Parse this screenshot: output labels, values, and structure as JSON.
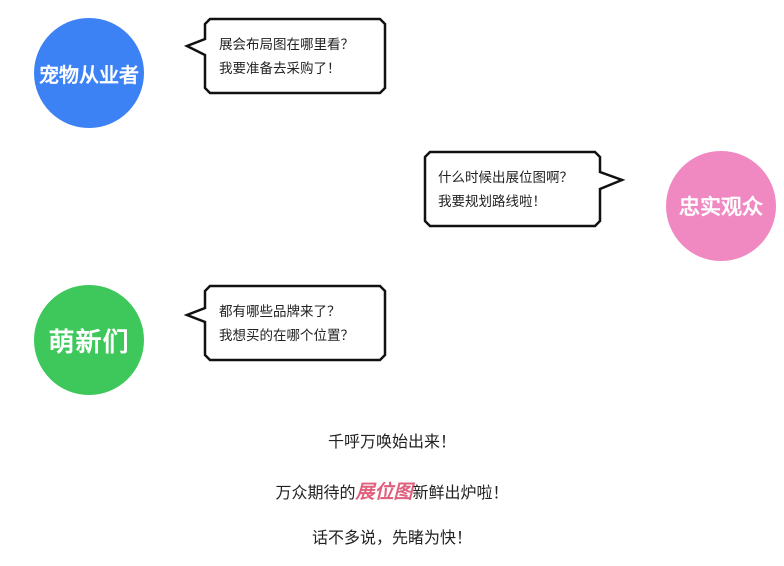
{
  "colors": {
    "blue": "#3d82f5",
    "pink": "#f088c1",
    "green": "#3ec75b",
    "highlight": "#e0607e"
  },
  "avatars": [
    {
      "label": "宠物从业者"
    },
    {
      "label": "忠实观众"
    },
    {
      "label": "萌新们"
    }
  ],
  "bubbles": [
    {
      "line1": "展会布局图在哪里看？",
      "line2": "我要准备去采购了！"
    },
    {
      "line1": "什么时候出展位图啊？",
      "line2": "我要规划路线啦！"
    },
    {
      "line1": "都有哪些品牌来了？",
      "line2": "我想买的在哪个位置？"
    }
  ],
  "captions": {
    "line1": "千呼万唤始出来！",
    "line2_pre": "万众期待的",
    "line2_highlight": "展位图",
    "line2_post": "新鲜出炉啦！",
    "line3": "话不多说，先睹为快！"
  }
}
